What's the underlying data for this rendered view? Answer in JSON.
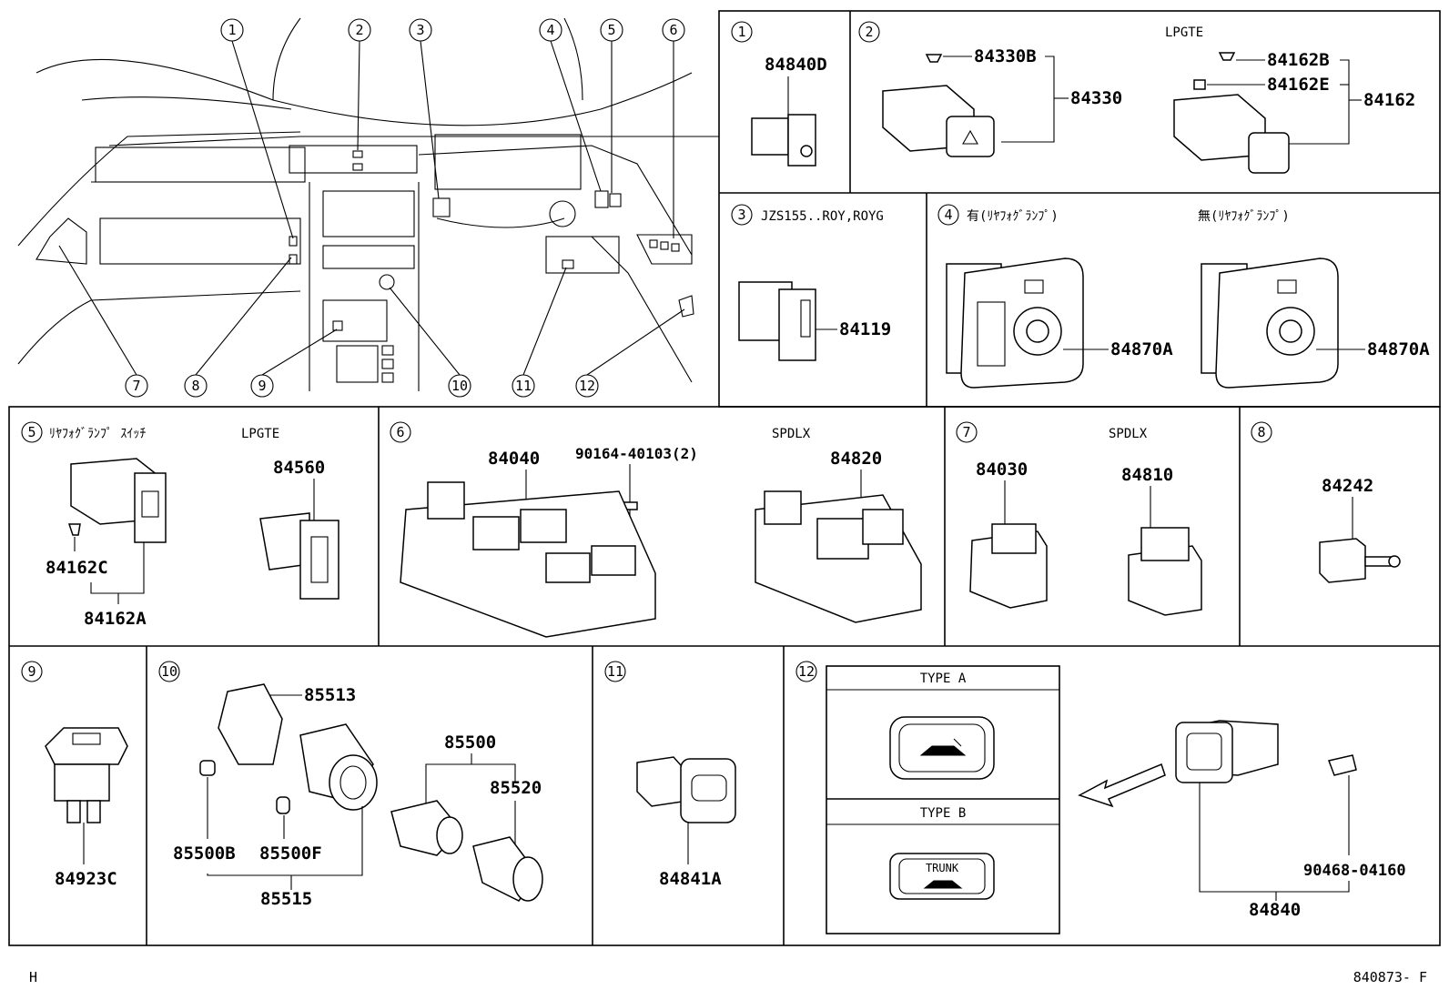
{
  "overview": {
    "callouts": [
      "1",
      "2",
      "3",
      "4",
      "5",
      "6",
      "7",
      "8",
      "9",
      "10",
      "11",
      "12"
    ]
  },
  "panels": {
    "p1": {
      "id": "1",
      "part": "84840D"
    },
    "p2": {
      "id": "2",
      "variant": "LPGTE",
      "left_sub": "84330B",
      "left_main": "84330",
      "right_sub1": "84162B",
      "right_sub2": "84162E",
      "right_main": "84162"
    },
    "p3": {
      "id": "3",
      "note": "JZS155..ROY,ROYG",
      "part": "84119"
    },
    "p4": {
      "id": "4",
      "with_label": "有(ﾘﾔﾌｫｸﾞﾗﾝﾌﾟ)",
      "without_label": "無(ﾘﾔﾌｫｸﾞﾗﾝﾌﾟ)",
      "part_with": "84870A",
      "part_without": "84870A"
    },
    "p5": {
      "id": "5",
      "title": "ﾘﾔﾌｫｸﾞﾗﾝﾌﾟ ｽｲｯﾁ",
      "variant": "LPGTE",
      "part_a": "84162C",
      "part_b": "84162A",
      "part_c": "84560"
    },
    "p6": {
      "id": "6",
      "variant": "SPDLX",
      "part_a": "84040",
      "screw": "90164-40103(2)",
      "part_b": "84820"
    },
    "p7": {
      "id": "7",
      "variant": "SPDLX",
      "part_a": "84030",
      "part_b": "84810"
    },
    "p8": {
      "id": "8",
      "part": "84242"
    },
    "p9": {
      "id": "9",
      "part": "84923C"
    },
    "p10": {
      "id": "10",
      "part_bracket": "85513",
      "part_set": "85500",
      "part_plug": "85520",
      "part_bulb": "85500B",
      "part_cap": "85500F",
      "part_socket": "85515"
    },
    "p11": {
      "id": "11",
      "part": "84841A"
    },
    "p12": {
      "id": "12",
      "type_a": "TYPE A",
      "type_b": "TYPE B",
      "trunk_word": "TRUNK",
      "part_clip": "90468-04160",
      "part_switch": "84840"
    }
  },
  "footer": {
    "left": "H",
    "right": "840873- F"
  }
}
